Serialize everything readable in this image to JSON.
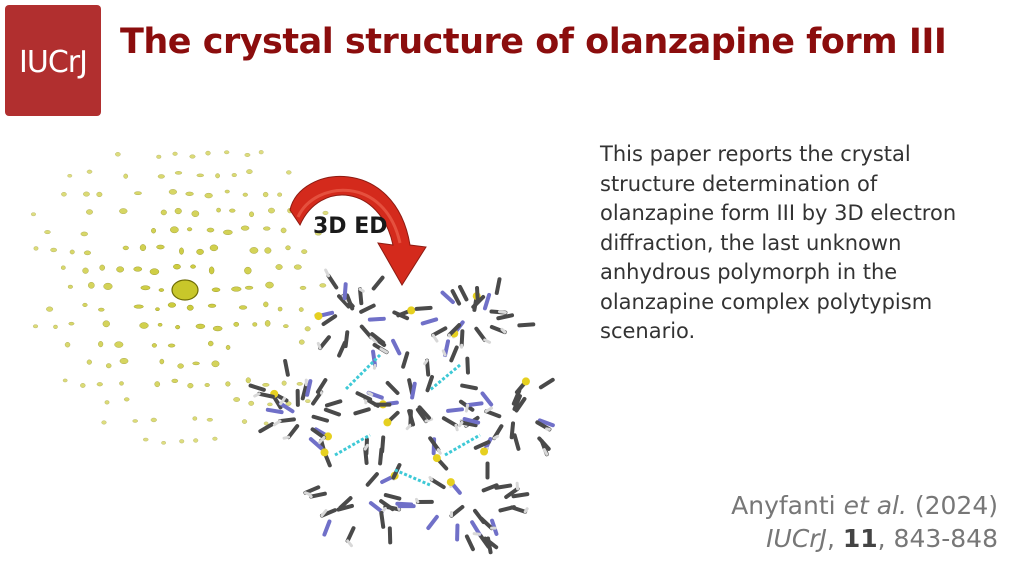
{
  "logo": {
    "text": "IUCrJ"
  },
  "title": "The crystal structure of olanzapine form III",
  "figure": {
    "arrow_label": "3D ED"
  },
  "abstract": "This paper reports the crystal structure determination of olanzapine form III by 3D electron diffraction, the last unknown anhydrous polymorph in the olanzapine complex polytypism scenario.",
  "citation": {
    "authors": "Anyfanti",
    "et_al": "et al.",
    "year": "(2024)",
    "journal": "IUCrJ",
    "separator": ",",
    "volume": "11",
    "pages": ", 843-848"
  },
  "colors": {
    "brand": "#b12f2f",
    "title": "#8b0d0d",
    "arrow": "#d42a1c",
    "spots": "#c8c72a",
    "hbond": "#3ec9d6"
  }
}
